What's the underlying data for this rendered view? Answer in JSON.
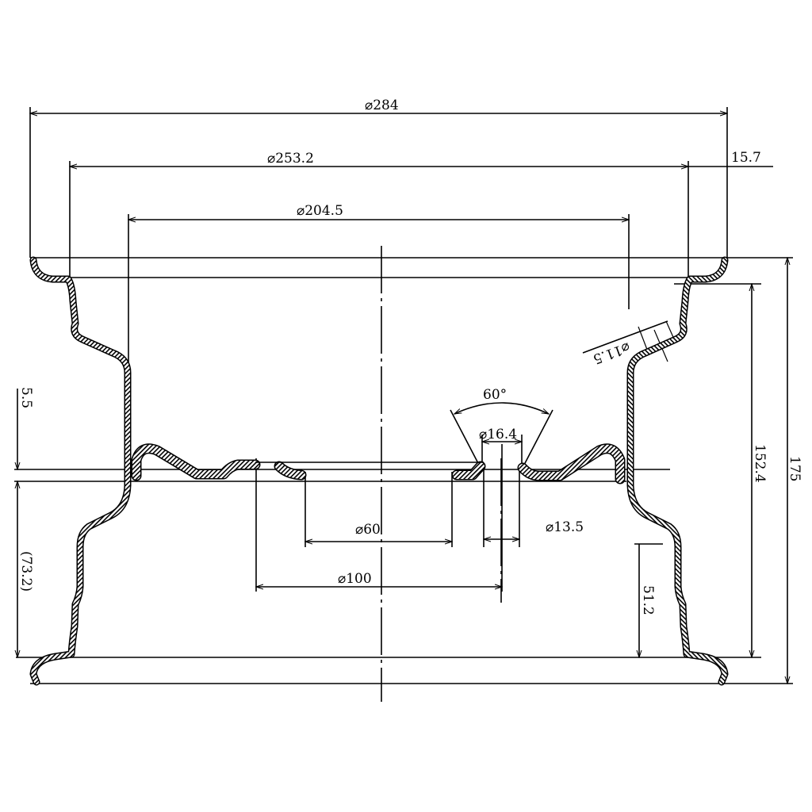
{
  "drawing": {
    "dimensions": {
      "outer_diameter": "⌀284",
      "bead_seat_diameter": "⌀253.2",
      "flange_width": "15.7",
      "inner_diameter": "⌀204.5",
      "valve_hole": "⌀11.5",
      "countersink_angle": "60°",
      "countersink_diameter": "⌀16.4",
      "rim_width_inner": "152.4",
      "rim_width_overall": "175",
      "hub_thickness": "5.5",
      "offset": "(73.2)",
      "center_bore": "⌀60",
      "bolt_hole": "⌀13.5",
      "pcd": "⌀100",
      "back_spacing": "51.2"
    }
  }
}
